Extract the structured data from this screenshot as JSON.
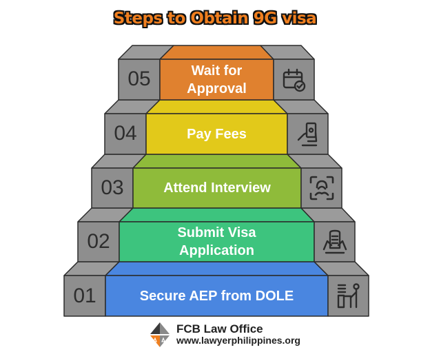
{
  "title": "Steps to Obtain 9G visa",
  "colors": {
    "title": "#F07F1F",
    "block_gray": "#8E8E8E",
    "cap_gray": "#9B9B9B",
    "outline": "#2b2b2b"
  },
  "steps": [
    {
      "number": "05",
      "label": "Wait for Approval",
      "label_lines": [
        "Wait for",
        "Approval"
      ],
      "color": "#E0812F",
      "icon": "calendar-check-icon"
    },
    {
      "number": "04",
      "label": "Pay Fees",
      "label_lines": [
        "Pay Fees"
      ],
      "color": "#E2C91A",
      "icon": "hand-holding-money-icon"
    },
    {
      "number": "03",
      "label": "Attend Interview",
      "label_lines": [
        "Attend Interview"
      ],
      "color": "#8FBB3A",
      "icon": "face-scan-icon"
    },
    {
      "number": "02",
      "label": "Submit Visa Application",
      "label_lines": [
        "Submit Visa",
        "Application"
      ],
      "color": "#3DC47E",
      "icon": "hands-holding-document-icon"
    },
    {
      "number": "01",
      "label": "Secure AEP from DOLE",
      "label_lines": [
        "Secure AEP from DOLE"
      ],
      "color": "#4A86E0",
      "icon": "person-at-desk-icon"
    }
  ],
  "footer": {
    "name": "FCB Law Office",
    "url": "www.lawyerphilippines.org"
  }
}
